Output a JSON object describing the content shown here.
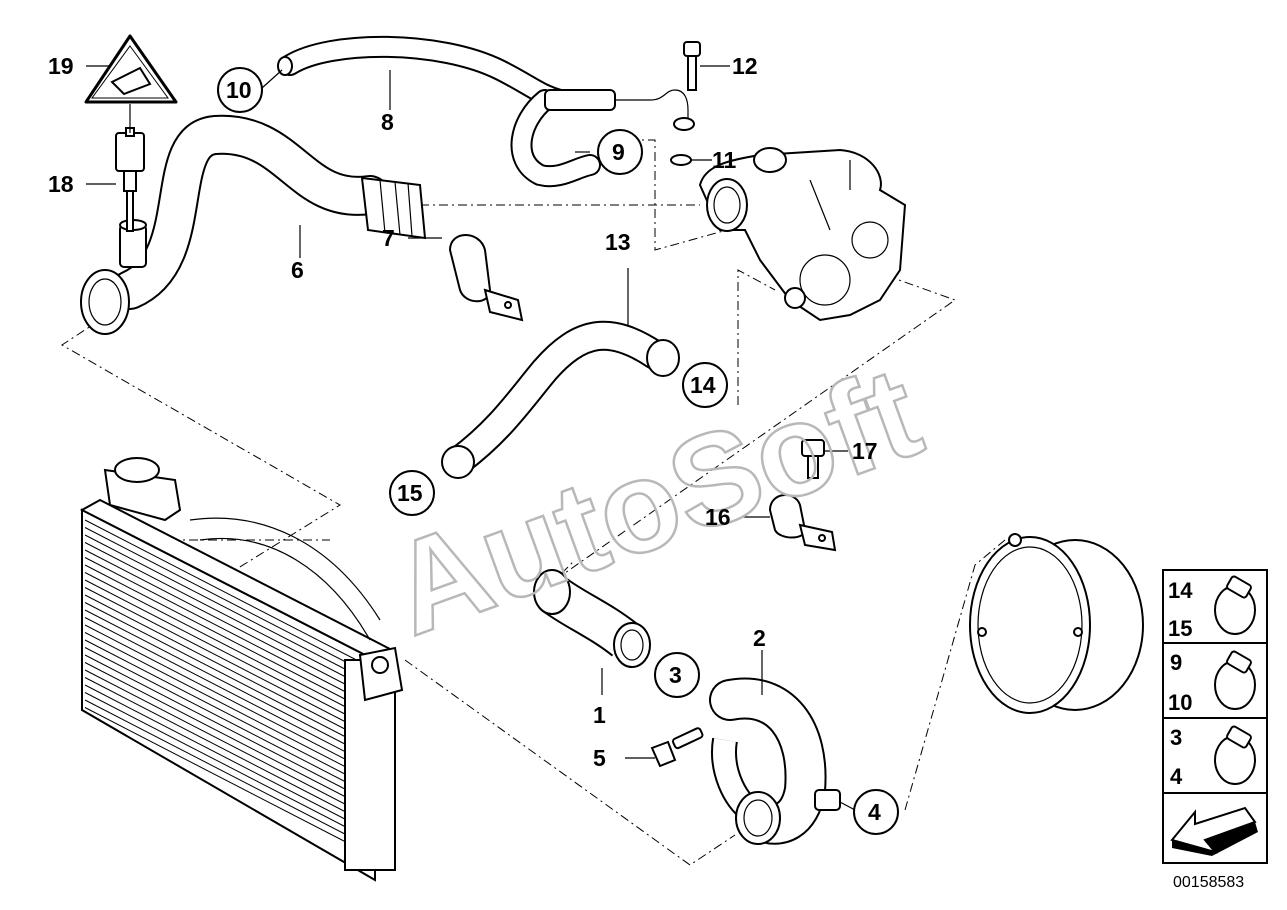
{
  "watermark": "AutoSoft",
  "diagram_code": "00158583",
  "part_labels": [
    "1",
    "2",
    "3",
    "4",
    "5",
    "6",
    "7",
    "8",
    "9",
    "10",
    "11",
    "12",
    "13",
    "14",
    "15",
    "16",
    "17",
    "18",
    "19"
  ],
  "legend": [
    {
      "top": "14",
      "bottom": "15"
    },
    {
      "top": "9",
      "bottom": "10"
    },
    {
      "top": "3",
      "bottom": "4"
    }
  ]
}
